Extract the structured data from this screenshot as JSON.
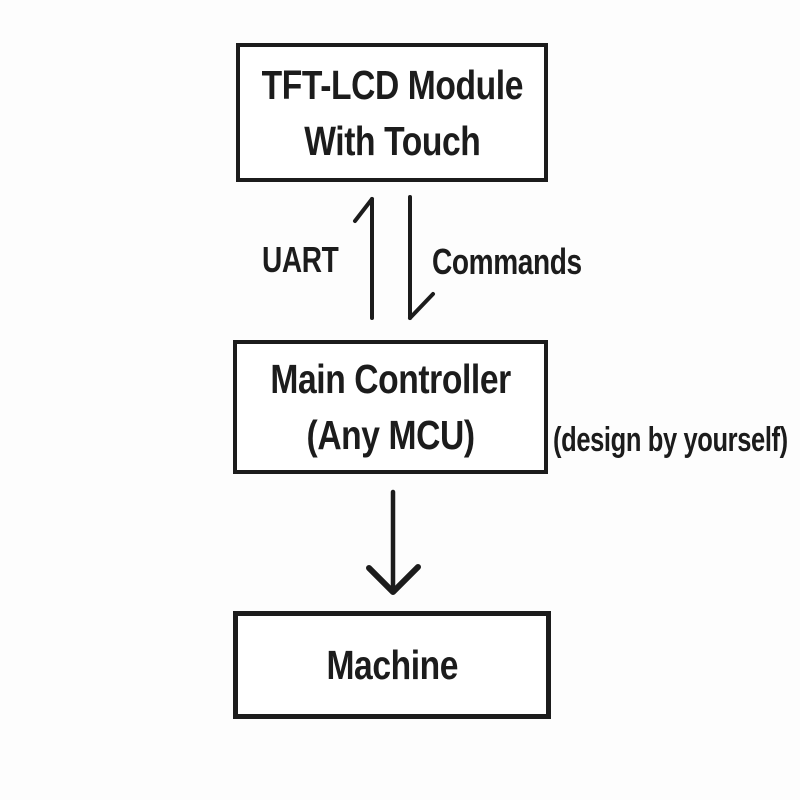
{
  "colors": {
    "ink": "#1c1c1c",
    "background": "#fdfdfd"
  },
  "nodes": {
    "tft": {
      "line1": "TFT-LCD Module",
      "line2": "With Touch"
    },
    "mcu": {
      "line1": "Main Controller",
      "line2": "(Any MCU)"
    },
    "machine": {
      "line1": "Machine"
    }
  },
  "edges": [
    {
      "from": "Main Controller (Any MCU)",
      "to": "TFT-LCD Module With Touch",
      "label": "UART",
      "direction": "up"
    },
    {
      "from": "TFT-LCD Module With Touch",
      "to": "Main Controller (Any MCU)",
      "label": "Commands",
      "direction": "down"
    },
    {
      "from": "Main Controller (Any MCU)",
      "to": "Machine",
      "label": "",
      "direction": "down"
    }
  ],
  "side_note": "(design by yourself)"
}
